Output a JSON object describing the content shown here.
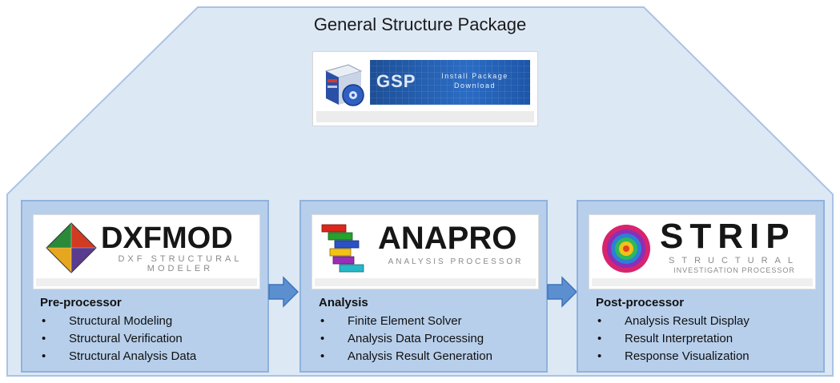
{
  "title": "General Structure Package",
  "install": {
    "logo_text": "GSP",
    "sub_line1": "Install Package",
    "sub_line2": "Download"
  },
  "modules": [
    {
      "logo_text": "DXFMOD",
      "logo_sub1": "DXF STRUCTURAL",
      "logo_sub2": "MODELER",
      "heading": "Pre-processor",
      "items": [
        "Structural Modeling",
        "Structural Verification",
        "Structural Analysis Data"
      ]
    },
    {
      "logo_text": "ANAPRO",
      "logo_sub1": "ANALYSIS PROCESSOR",
      "heading": "Analysis",
      "items": [
        "Finite Element Solver",
        "Analysis Data Processing",
        "Analysis Result Generation"
      ]
    },
    {
      "logo_text": "STRIP",
      "logo_sub1": "STRUCTURAL",
      "logo_sub2": "INVESTIGATION PROCESSOR",
      "heading": "Post-processor",
      "items": [
        "Analysis Result Display",
        "Result Interpretation",
        "Response Visualization"
      ]
    }
  ],
  "colors": {
    "background_shape": "#dde8f5",
    "panel_fill": "#b7cfeb",
    "panel_border": "#8fb2dc",
    "arrow": "#5b8fd0",
    "gsp_banner": "#2b6cc4"
  }
}
